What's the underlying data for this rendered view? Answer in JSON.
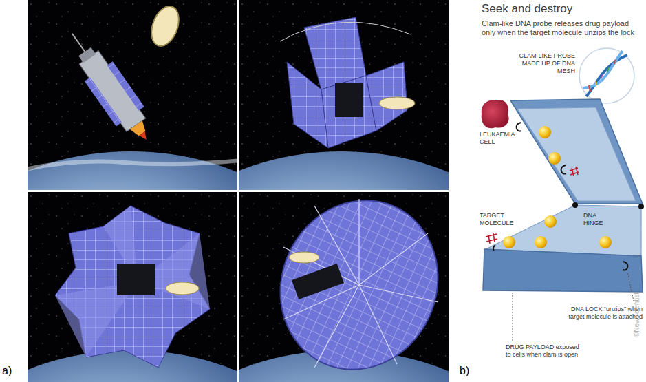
{
  "diagram": {
    "title": "Seek and destroy",
    "labels": [
      "a)",
      "b)",
      "Clam-like DNA probe releases drug payload only when the target molecule unzips the lock",
      "CLAM-LIKE PROBE MADE UP OF DNA MESH",
      "LEUKAEMIA CELL",
      "TARGET MOLECULE",
      "DNA HINGE",
      "DNA LOCK “unzips” when target molecule is attached",
      "DRUG PAYLOAD exposed to cells when clam is open",
      "©NewScientist"
    ]
  }
}
